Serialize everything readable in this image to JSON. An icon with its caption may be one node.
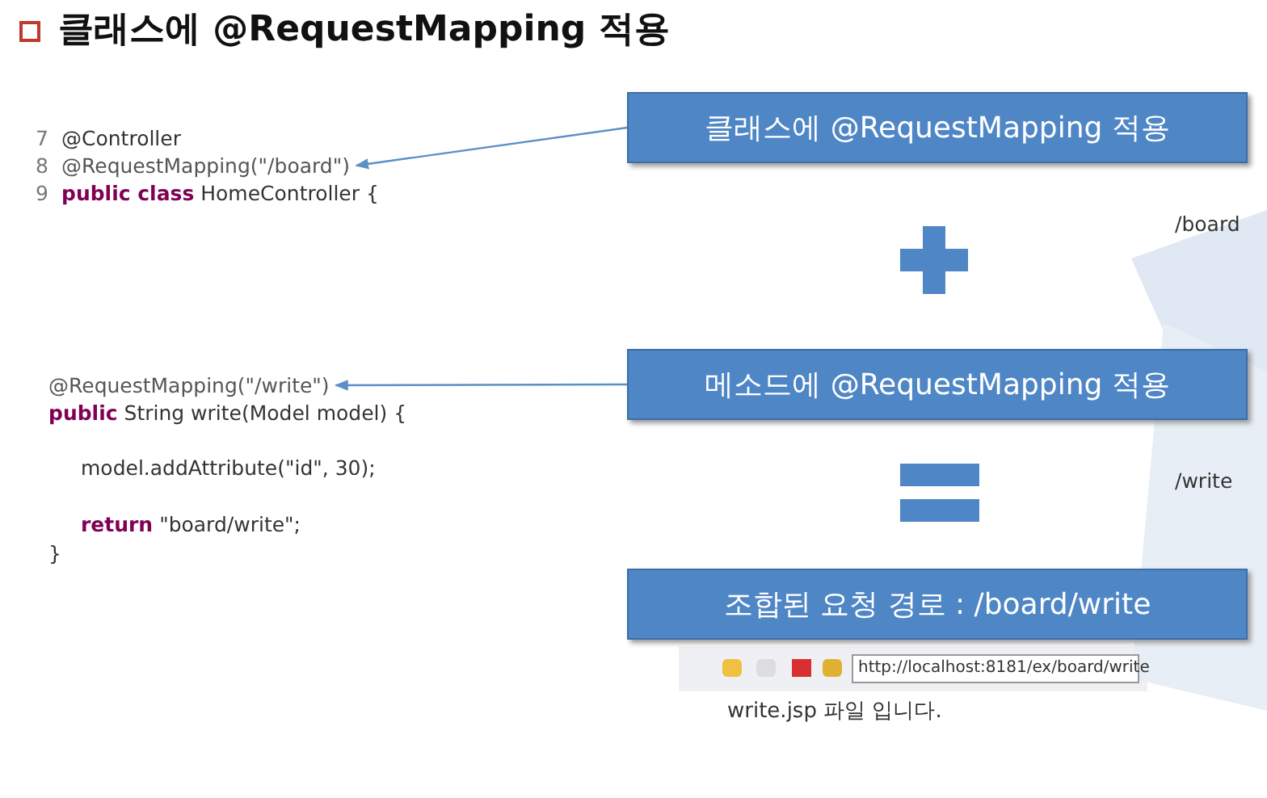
{
  "diagram": {
    "title": "클래스에 @RequestMapping 적용",
    "nodes": [
      {
        "text": [
          "클래스에 @RequestMapping 적용"
        ]
      },
      {
        "text": [
          "@RequestMapping(\"/board\")"
        ]
      },
      {
        "text": [
          "메소드에 @RequestMapping 적용"
        ]
      },
      {
        "text": [
          "@RequestMapping(\"/write\")"
        ]
      },
      {
        "text": [
          "조합된 요청 경로 : /board/write"
        ]
      }
    ],
    "edges": [
      {
        "from": 0,
        "to": 1,
        "arrow": "to"
      },
      {
        "from": 2,
        "to": 3,
        "arrow": "to"
      }
    ],
    "labels": [
      "7",
      "@Controller",
      "8",
      "9",
      "**public class** HomeController {",
      "/board",
      "**public** String write(Model model) {",
      "model.addAttribute(\"id\", 30);",
      "**return** \"board/write\";",
      "}",
      "/write",
      "http://localhost:8181/ex/board/write",
      "write.jsp 파일 입니다."
    ]
  }
}
